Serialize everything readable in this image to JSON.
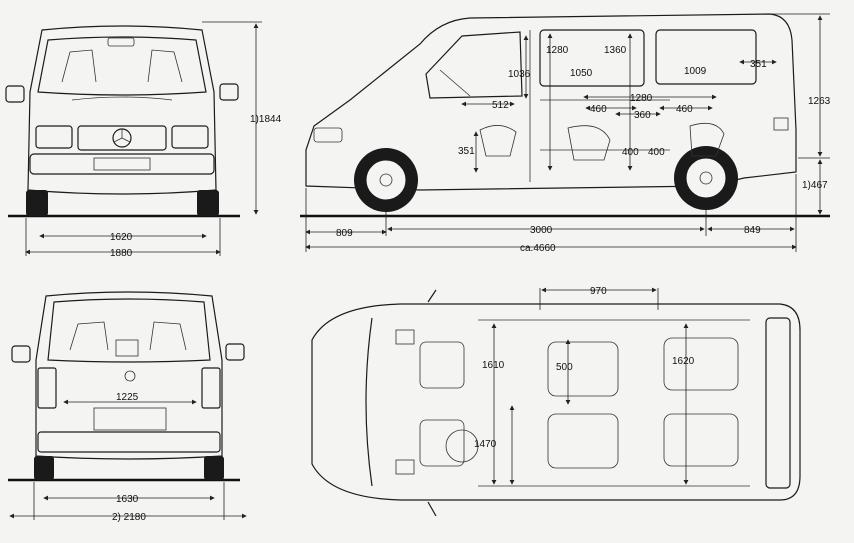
{
  "front_view": {
    "track_width": "1620",
    "overall_width": "1880",
    "height": "1)1844"
  },
  "side_view": {
    "front_overhang": "809",
    "wheelbase": "3000",
    "rear_overhang": "849",
    "overall_length": "ca.4660",
    "body_height": "1263",
    "ground_clearance": "1)467",
    "interior": {
      "headroom_front": "1036",
      "cabin_height_1": "1280",
      "cabin_height_2": "1360",
      "window_1": "1050",
      "window_2": "1009",
      "rear_351": "351",
      "front_seat_351": "351",
      "depth_512": "512",
      "seat_pitch_1280": "1280",
      "seat_460_a": "460",
      "seat_460_b": "460",
      "seat_360": "360",
      "seat_400_a": "400",
      "seat_400_b": "400"
    }
  },
  "rear_view": {
    "sill_width": "1225",
    "track_width": "1630",
    "overall_width": "2) 2180"
  },
  "top_view": {
    "door_opening": "970",
    "width_1610": "1610",
    "width_1620": "1620",
    "aisle_500": "500",
    "width_1470": "1470"
  }
}
